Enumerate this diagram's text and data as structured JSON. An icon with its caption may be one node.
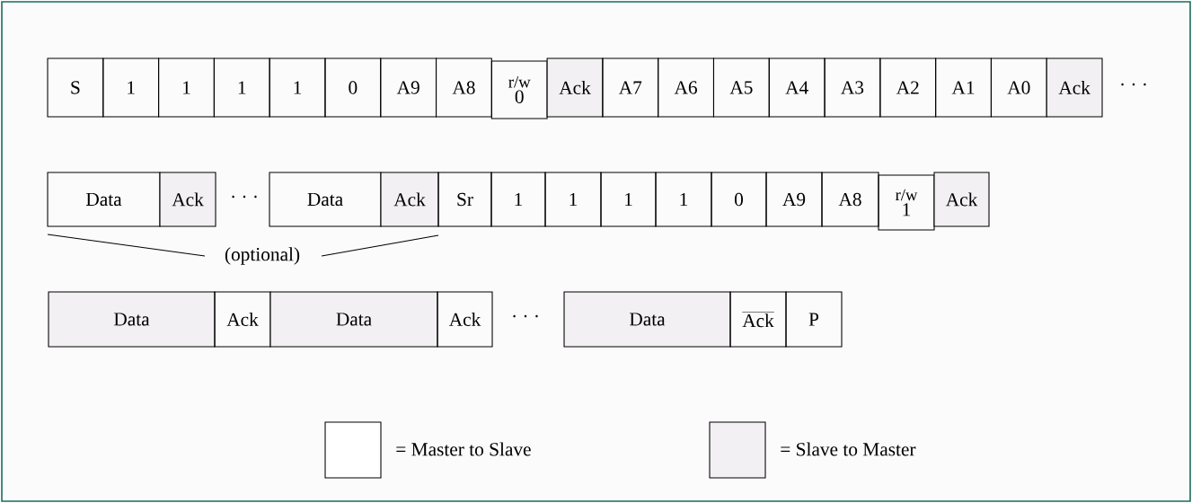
{
  "diagram": {
    "nodes": [
      {
        "text": [
          "S"
        ]
      },
      {
        "text": [
          "1"
        ]
      },
      {
        "text": [
          "1"
        ]
      },
      {
        "text": [
          "1"
        ]
      },
      {
        "text": [
          "1"
        ]
      },
      {
        "text": [
          "0"
        ]
      },
      {
        "text": [
          "A9"
        ]
      },
      {
        "text": [
          "A8"
        ]
      },
      {
        "text": [
          "r/w",
          "0"
        ]
      },
      {
        "text": [
          "Ack"
        ]
      },
      {
        "text": [
          "A7"
        ]
      },
      {
        "text": [
          "A6"
        ]
      },
      {
        "text": [
          "A5"
        ]
      },
      {
        "text": [
          "A4"
        ]
      },
      {
        "text": [
          "A3"
        ]
      },
      {
        "text": [
          "A2"
        ]
      },
      {
        "text": [
          "A1"
        ]
      },
      {
        "text": [
          "A0"
        ]
      },
      {
        "text": [
          "Ack"
        ]
      },
      {
        "text": [
          "Data"
        ]
      },
      {
        "text": [
          "Ack"
        ]
      },
      {
        "text": [
          "Data"
        ]
      },
      {
        "text": [
          "Ack"
        ]
      },
      {
        "text": [
          "Sr"
        ]
      },
      {
        "text": [
          "1"
        ]
      },
      {
        "text": [
          "1"
        ]
      },
      {
        "text": [
          "1"
        ]
      },
      {
        "text": [
          "1"
        ]
      },
      {
        "text": [
          "0"
        ]
      },
      {
        "text": [
          "A9"
        ]
      },
      {
        "text": [
          "A8"
        ]
      },
      {
        "text": [
          "r/w",
          "1"
        ]
      },
      {
        "text": [
          "Ack"
        ]
      },
      {
        "text": [
          "Data"
        ]
      },
      {
        "text": [
          "Ack"
        ]
      },
      {
        "text": [
          "Data"
        ]
      },
      {
        "text": [
          "Ack"
        ]
      },
      {
        "text": [
          "Data"
        ]
      },
      {
        "text": [
          "Ack"
        ]
      },
      {
        "text": [
          "P"
        ]
      }
    ],
    "labels": [
      "· · ·",
      "· · ·",
      "(optional)",
      "· · ·"
    ],
    "legend": [
      {
        "text": "= Master to Slave"
      },
      {
        "text": "= Slave to Master",
        "color": "#f3f0f3"
      }
    ]
  }
}
